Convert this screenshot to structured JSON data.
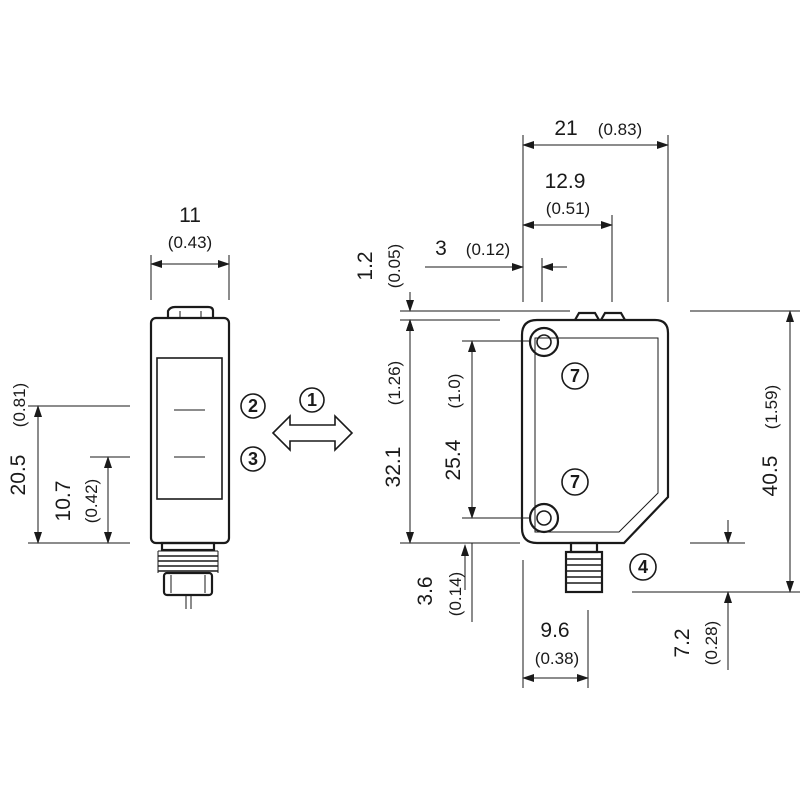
{
  "dimensions": {
    "side_width_mm": "11",
    "side_width_in": "(0.43)",
    "front_width_mm": "21",
    "front_width_in": "(0.83)",
    "optical_axis_x_mm": "12.9",
    "optical_axis_x_in": "(0.51)",
    "edge_offset_mm": "3",
    "edge_offset_in": "(0.12)",
    "top_step_mm": "1.2",
    "top_step_in": "(0.05)",
    "body_height_mm": "32.1",
    "body_height_in": "(1.26)",
    "hole_spacing_mm": "25.4",
    "hole_spacing_in": "(1.0)",
    "total_height_mm": "40.5",
    "total_height_in": "(1.59)",
    "side_sender_mm": "20.5",
    "side_sender_in": "(0.81)",
    "side_receiver_mm": "10.7",
    "side_receiver_in": "(0.42)",
    "connector_offset_mm": "3.6",
    "connector_offset_in": "(0.14)",
    "connector_x_mm": "9.6",
    "connector_x_in": "(0.38)",
    "connector_len_mm": "7.2",
    "connector_len_in": "(0.28)"
  },
  "markers": {
    "m1": "1",
    "m2": "2",
    "m3": "3",
    "m4": "4",
    "m7a": "7",
    "m7b": "7"
  }
}
